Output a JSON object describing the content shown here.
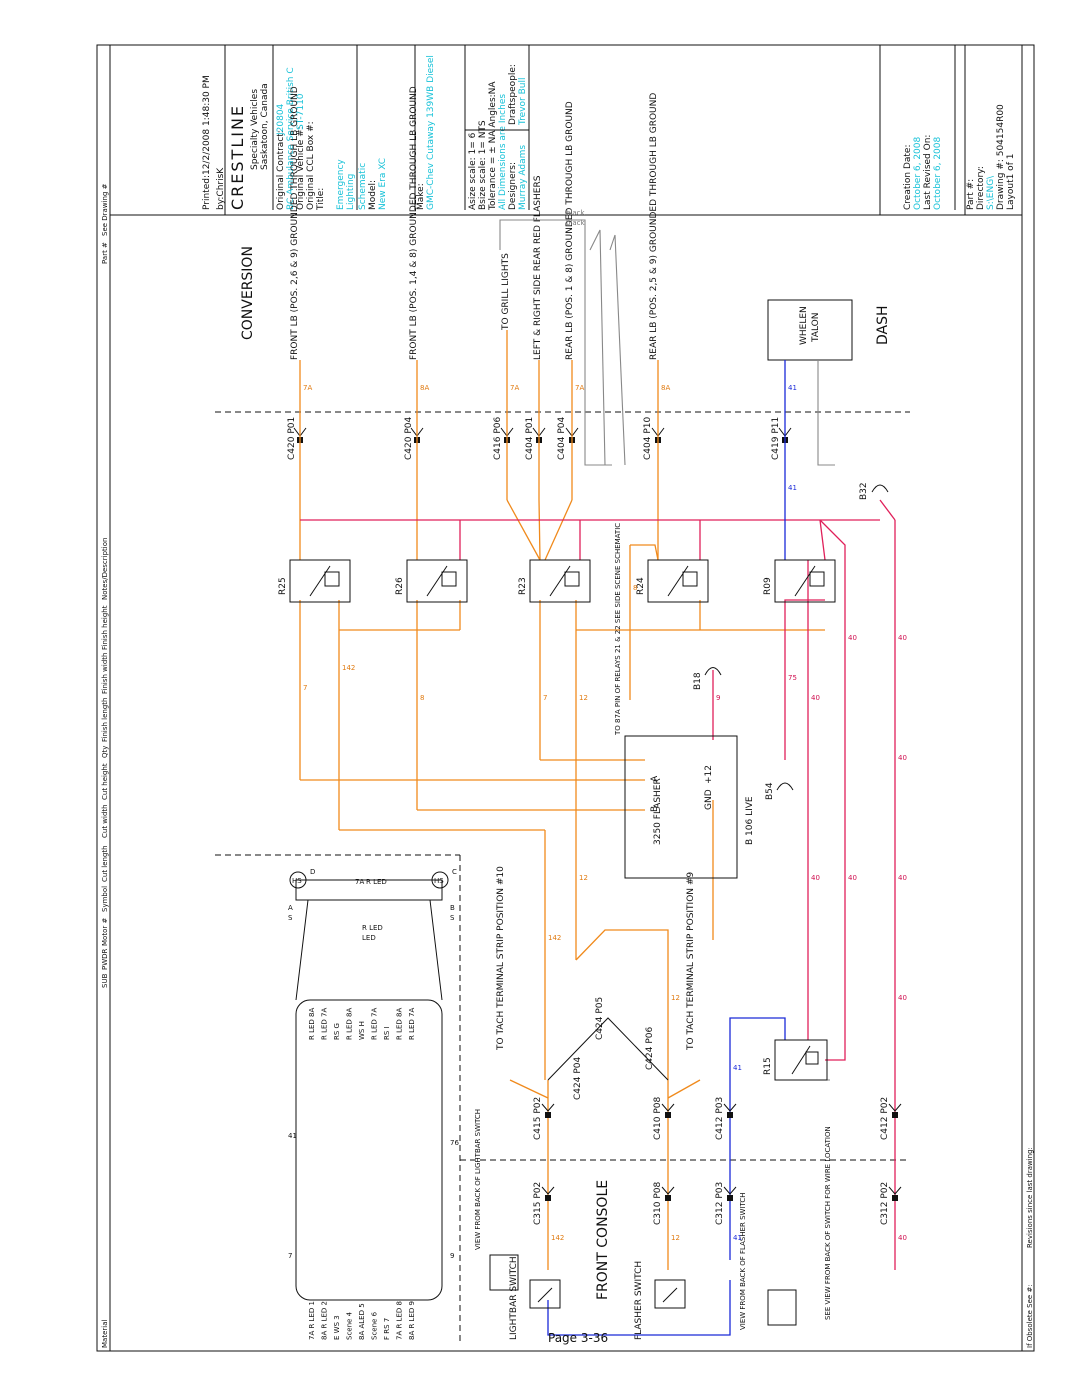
{
  "title_block": {
    "printed": "Printed:12/2/2008 1:48:30 PM",
    "by": "by:ChrisK",
    "logo": "CRESTLINE",
    "company_line1": "Specialty Vehicles",
    "company_line2": "Saskatoon, Canada",
    "orig_contract_label": "Original Contract:",
    "orig_contract_value": "J20804",
    "ambulance_label": "BC Ambulance Service British C",
    "orig_vehicle_label": "Original Vehicle #:",
    "orig_vehicle_value": "ST-7110",
    "orig_ccl_label": "Original CCL Box #:",
    "title_label": "Title:",
    "title_value_1": "Emergency",
    "title_value_2": "Lighting",
    "schematic": "Schematic",
    "model_label": "Model:",
    "model_value": "New Era XC",
    "make_label": "Make:",
    "make_value": "GMC-Chev Cutaway 139WB Diesel",
    "asize": "Asize scale: 1= 6",
    "bsize": "Bsize scale: 1= NTS",
    "tolerance": "Tolerance = ± NA  Angles:NA",
    "all_dims": "All Dimensions are Inches",
    "designers_label": "Designers:",
    "designers_value": "Murray Adams",
    "draftspeople_label": "Draftspeople:",
    "draftspeople_value": "Trevor Bull",
    "creation_label": "Creation Date:",
    "creation_value": "October 6, 2008",
    "revised_label": "Last Revised On:",
    "revised_value": "October 6, 2008",
    "part_label": "Part #:",
    "directory_label": "Directory:",
    "directory_value": "S:\\ENG\\",
    "drawing_label": "Drawing #: 504154R00",
    "layout_label": "Layout1 of 1"
  },
  "top_row": {
    "material": "Material",
    "columns": [
      "SUB",
      "PWDR",
      "Motor #",
      "Symbol",
      "Cut length",
      "Cut width",
      "Cut height",
      "Qty",
      "Finish length",
      "Finish width",
      "Finish height",
      "Notes/Description",
      "Part #",
      "See Drawing #"
    ]
  },
  "bottom_row": {
    "obsolete": "If Obsolete See #:",
    "revisions": "Revisions since last drawing:"
  },
  "sections": {
    "conversion": "CONVERSION",
    "dash": "DASH",
    "front_console": "FRONT CONSOLE"
  },
  "loads": [
    "FRONT LB (POS. 2,6 & 9) GROUNDED THROUGH LB GROUND",
    "FRONT LB (POS. 1,4 & 8) GROUNDED THROUGH LB GROUND",
    "TO GRILL LIGHTS",
    "LEFT & RIGHT SIDE REAR RED FLASHERS",
    "REAR LB (POS. 1 & 8) GROUNDED THROUGH LB GROUND",
    "REAR LB (POS. 2,5 & 9) GROUNDED THROUGH LB GROUND"
  ],
  "talon": {
    "line1": "WHELEN",
    "line2": "TALON"
  },
  "connectors_top": [
    "C420 P01",
    "C420 P04",
    "C416 P06",
    "C404 P01",
    "C404 P04",
    "C404 P10",
    "C419 P11"
  ],
  "relays": [
    "R25",
    "R26",
    "R23",
    "R24",
    "R09",
    "R15"
  ],
  "breakers": [
    "B32",
    "B18",
    "B54"
  ],
  "flasher": {
    "title": "3250 FLASHER",
    "a": "A",
    "b": "B",
    "gnd": "GND",
    "plus12": "+12",
    "live": "B 106 LIVE"
  },
  "note_87a": "TO 87A PIN OF RELAYS 21 & 22 SEE SIDE SCENE SCHEMATIC",
  "tach_1": "TO TACH TERMINAL STRIP POSITION #10",
  "tach_2": "TO TACH TERMINAL STRIP POSITION #9",
  "connectors_mid": [
    "C415 P02",
    "C410 P08",
    "C412 P03",
    "C412 P02",
    "C424 P05",
    "C424 P04",
    "C424 P06"
  ],
  "connectors_console": [
    "C315 P02",
    "C310 P08",
    "C312 P03",
    "C312 P02"
  ],
  "switches": {
    "lightbar": "LIGHTBAR SWITCH",
    "flasher": "FLASHER SWITCH",
    "view_lightbar": "VIEW FROM BACK OF LIGHTBAR SWITCH",
    "view_flasher": "VIEW FROM BACK OF FLASHER SWITCH",
    "see_view": "SEE VIEW FROM BACK OF SWITCH FOR WIRE LOCATION"
  },
  "lightbar_rows": [
    {
      "pos": "1",
      "left": "7A R LED",
      "right": "R LED 8A"
    },
    {
      "pos": "2",
      "left": "8A R LED",
      "right": "R LED 7A"
    },
    {
      "pos": "3",
      "left": "E WS",
      "right": "RS G"
    },
    {
      "pos": "4",
      "left": "Scene",
      "right": "R LED 8A"
    },
    {
      "pos": "5",
      "left": "8A ALED",
      "right": "WS H"
    },
    {
      "pos": "6",
      "left": "Scene",
      "right": "R LED 7A"
    },
    {
      "pos": "7",
      "left": "F RS",
      "right": "RS I"
    },
    {
      "pos": "8",
      "left": "7A R LED",
      "right": "R LED 8A"
    },
    {
      "pos": "9",
      "left": "8A R LED",
      "right": "R LED 7A"
    }
  ],
  "lightbar_misc": {
    "hs_d": "HS",
    "d": "D",
    "hs_c": "HS",
    "c": "C",
    "a": "A",
    "b": "B",
    "s1": "S",
    "s2": "S",
    "n41": "41",
    "n76": "76",
    "n7": "7",
    "n9": "9",
    "rled": "R LED",
    "led": "LED",
    "a7": "7A"
  },
  "page": "Page 3-36",
  "wire_colors": {
    "orange": "#f08a1c",
    "red": "#e0205a",
    "blue": "#1a2ad8",
    "grey": "#888888"
  }
}
